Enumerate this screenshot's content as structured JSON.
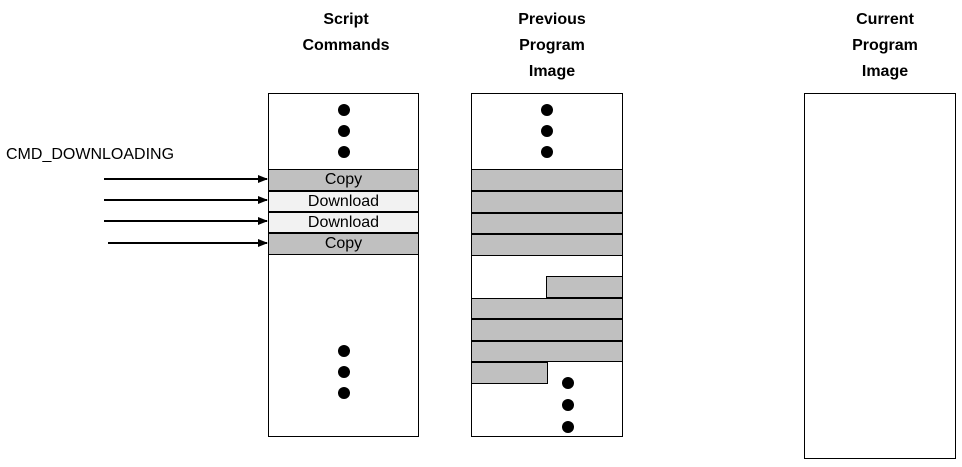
{
  "headers": {
    "script": [
      "Script",
      "Commands"
    ],
    "previous": [
      "Previous",
      "Program",
      "Image"
    ],
    "current": [
      "Current",
      "Program",
      "Image"
    ]
  },
  "side_label": "CMD_DOWNLOADING",
  "commands": [
    {
      "label": "Copy",
      "kind": "copy"
    },
    {
      "label": "Download",
      "kind": "download"
    },
    {
      "label": "Download",
      "kind": "download"
    },
    {
      "label": "Copy",
      "kind": "copy"
    }
  ],
  "colors": {
    "block_fill": "#c0c0c0",
    "download_fill": "#f2f2f2",
    "line": "#000000"
  }
}
